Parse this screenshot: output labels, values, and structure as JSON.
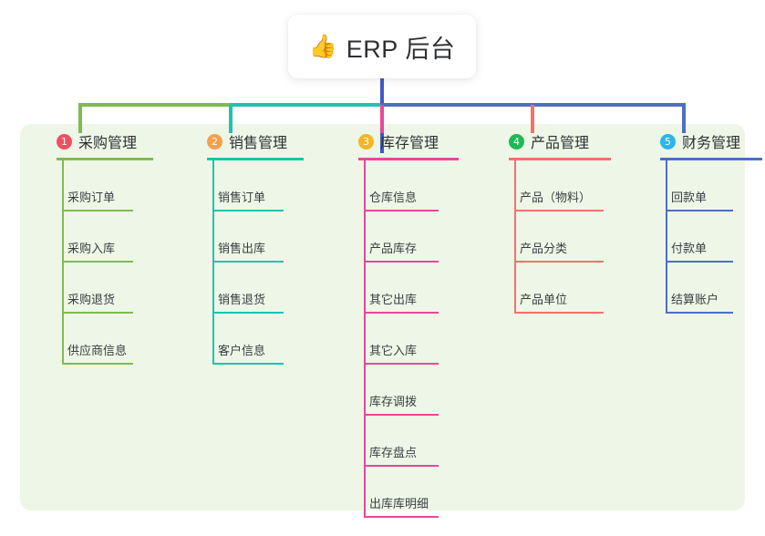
{
  "root": {
    "icon": "thumbs-up-icon",
    "emoji": "👍",
    "title": "ERP 后台"
  },
  "theme": {
    "panel_bg": "#EEF7E7",
    "page_bg": "#FFFFFF",
    "card_bg": "#FFFFFF",
    "text": "#2F3034",
    "trunk": "#4157C7"
  },
  "columns": [
    {
      "index": "1",
      "badge_color": "#F04F62",
      "line_color": "#7FBB50",
      "title": "采购管理",
      "rule_width": 106,
      "leaf_rule_width": 78,
      "items": [
        "采购订单",
        "采购入库",
        "采购退货",
        "供应商信息"
      ]
    },
    {
      "index": "2",
      "badge_color": "#F5A04A",
      "line_color": "#1FC3AE",
      "title": "销售管理",
      "rule_width": 106,
      "leaf_rule_width": 78,
      "items": [
        "销售订单",
        "销售出库",
        "销售退货",
        "客户信息"
      ]
    },
    {
      "index": "3",
      "badge_color": "#F5B526",
      "line_color": "#E8479B",
      "title": "库存管理",
      "rule_width": 110,
      "leaf_rule_width": 82,
      "items": [
        "仓库信息",
        "产品库存",
        "其它出库",
        "其它入库",
        "库存调拨",
        "库存盘点",
        "出库库明细"
      ]
    },
    {
      "index": "4",
      "badge_color": "#1DB954",
      "line_color": "#F4716B",
      "title": "产品管理",
      "rule_width": 112,
      "leaf_rule_width": 98,
      "items": [
        "产品（物料）",
        "产品分类",
        "产品单位"
      ]
    },
    {
      "index": "5",
      "badge_color": "#2BB6E8",
      "line_color": "#4D6FC4",
      "title": "财务管理",
      "rule_width": 112,
      "leaf_rule_width": 74,
      "items": [
        "回款单",
        "付款单",
        "结算账户"
      ]
    }
  ]
}
